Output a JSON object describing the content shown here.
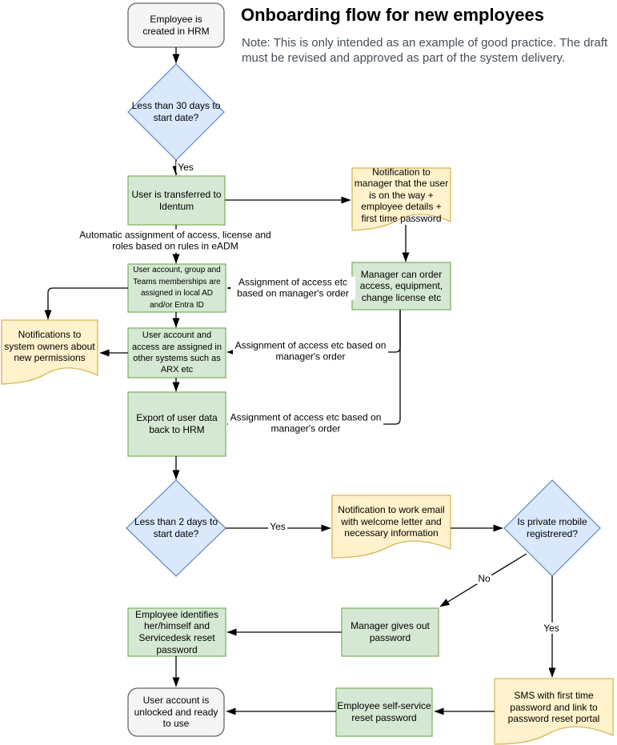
{
  "header": {
    "title": "Onboarding flow for new employees",
    "note": "Note: This is only intended as an example of good practice. The draft must be revised and approved as part of the system delivery."
  },
  "colors": {
    "line": "#000000",
    "green_fill": "#d5e8d4",
    "green_border": "#82b366",
    "blue_fill": "#dae8fc",
    "blue_border": "#6c8ebf",
    "yellow_fill": "#fff2cc",
    "yellow_border": "#d6b656",
    "gray_fill": "#f5f5f5",
    "gray_border": "#666666",
    "note_text": "#454d59"
  },
  "nodes": {
    "start": {
      "label": "Employee is created in HRM"
    },
    "decision_30days": {
      "label": "Less than 30 days to start date?"
    },
    "transfer": {
      "label": "User is transferred to Identum"
    },
    "notify_manager": {
      "label": "Notification to manager that the user is on the way + employee details + first time password"
    },
    "ad_assign": {
      "label": "User account, group and Teams memberships are assigned in local AD and/or Entra ID"
    },
    "manager_order": {
      "label": "Manager can order access, equipment, change license etc"
    },
    "notify_owners": {
      "label": "Notifications to system owners about new permissions"
    },
    "other_systems": {
      "label": "User account and access are assigned in other systems such as ARX etc"
    },
    "export_hrm": {
      "label": "Export of user data back to HRM"
    },
    "decision_2days": {
      "label": "Less than 2 days to start date?"
    },
    "notify_email": {
      "label": "Notification to work email with welcome letter and necessary information"
    },
    "decision_mobile": {
      "label": "Is private mobile registrered?"
    },
    "manager_password": {
      "label": "Manager gives out password"
    },
    "identify": {
      "label": "Employee identifies her/himself and Servicedesk reset password"
    },
    "self_service": {
      "label": "Employee self-service reset password"
    },
    "sms": {
      "label": "SMS with first time password and link to password reset portal"
    },
    "end": {
      "label": "User account is unlocked and ready to use"
    }
  },
  "edge_labels": {
    "yes1": "Yes",
    "auto_assignment": "Automatic assignment of access, license and roles based on rules in eADM",
    "assignment_order_1": "Assignment of access etc based on manager's order",
    "assignment_order_2": "Assignment of access etc based on manager's order",
    "assignment_order_3": "Assignment of access etc based on manager's order",
    "yes2": "Yes",
    "no": "No",
    "yes3": "Yes"
  }
}
